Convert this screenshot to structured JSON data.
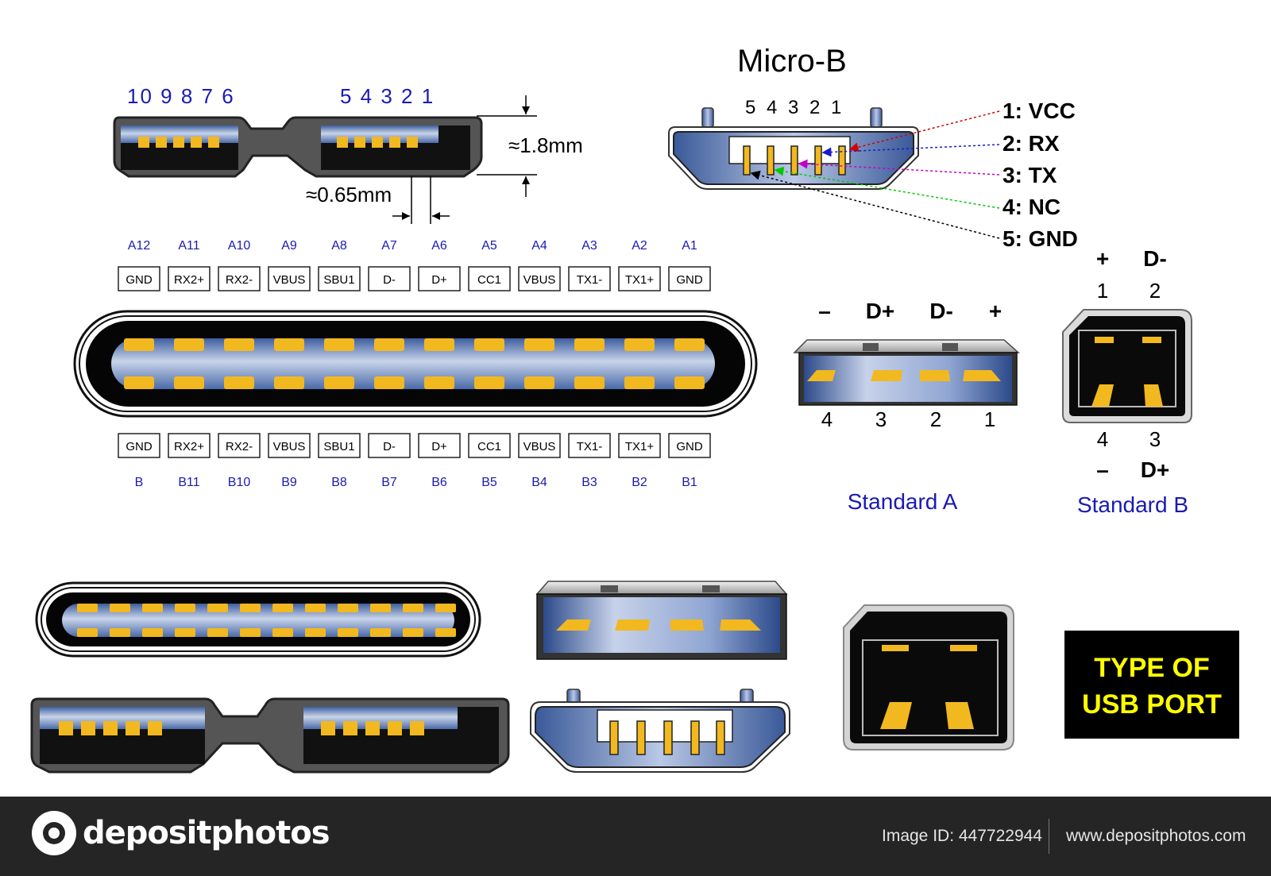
{
  "micro_b_super": {
    "left_pin_numbers": "10 9 8 7 6",
    "right_pin_numbers": "5 4 3 2 1",
    "height_dim": "≈1.8mm",
    "pitch_dim": "≈0.65mm"
  },
  "micro_b": {
    "title": "Micro-B",
    "pin_numbers": [
      "5",
      "4",
      "3",
      "2",
      "1"
    ],
    "pins": [
      {
        "label": "1: VCC",
        "color": "#d40000"
      },
      {
        "label": "2: RX",
        "color": "#1a1ac8"
      },
      {
        "label": "3: TX",
        "color": "#c400c4"
      },
      {
        "label": "4: NC",
        "color": "#00c800"
      },
      {
        "label": "5: GND",
        "color": "#000000"
      }
    ]
  },
  "type_c": {
    "top_ids": [
      "A12",
      "A11",
      "A10",
      "A9",
      "A8",
      "A7",
      "A6",
      "A5",
      "A4",
      "A3",
      "A2",
      "A1"
    ],
    "top_names": [
      "GND",
      "RX2+",
      "RX2-",
      "VBUS",
      "SBU1",
      "D-",
      "D+",
      "CC1",
      "VBUS",
      "TX1-",
      "TX1+",
      "GND"
    ],
    "bottom_names": [
      "GND",
      "RX2+",
      "RX2-",
      "VBUS",
      "SBU1",
      "D-",
      "D+",
      "CC1",
      "VBUS",
      "TX1-",
      "TX1+",
      "GND"
    ],
    "bottom_ids": [
      "B",
      "B11",
      "B10",
      "B9",
      "B8",
      "B7",
      "B6",
      "B5",
      "B4",
      "B3",
      "B2",
      "B1"
    ]
  },
  "standard_a": {
    "label": "Standard A",
    "signals": [
      "–",
      "D+",
      "D-",
      "+"
    ],
    "pin_numbers": [
      "4",
      "3",
      "2",
      "1"
    ]
  },
  "standard_b": {
    "label": "Standard B",
    "top_signals": [
      "+",
      "D-"
    ],
    "top_numbers": [
      "1",
      "2"
    ],
    "bottom_numbers": [
      "4",
      "3"
    ],
    "bottom_signals": [
      "–",
      "D+"
    ]
  },
  "title_box": {
    "line1": "TYPE OF",
    "line2": "USB PORT"
  },
  "footer": {
    "brand": "depositphotos",
    "image_id": "Image ID: 447722944",
    "site": "www.depositphotos.com"
  },
  "colors": {
    "pin_gold": "#f2b81f",
    "label_blue": "#1a1ab4",
    "title_yellow": "#ffff00",
    "footer_bg": "#252525"
  }
}
